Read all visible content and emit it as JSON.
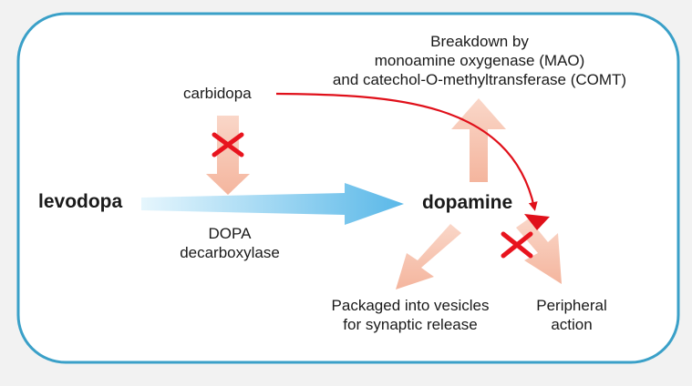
{
  "colors": {
    "frame_border": "#3aa0c8",
    "background": "#ffffff",
    "pathway_arrow_light": "#e6f6fd",
    "pathway_arrow_dark": "#5ab8e8",
    "enzyme_arrow_fill": "#f5b8a0",
    "inhibitor_curve": "#e0101a",
    "block_mark": "#e8141e"
  },
  "icons": [
    "pathway-arrow",
    "enzyme-arrow",
    "inhibition-curve-arrow",
    "block-x-icon"
  ],
  "nodes": {
    "levodopa": "levodopa",
    "dopamine": "dopamine",
    "carbidopa": "carbidopa",
    "enzyme": [
      "DOPA",
      "decarboxylase"
    ],
    "breakdown": [
      "Breakdown by",
      "monoamine oxygenase (MAO)",
      "and catechol-O-methyltransferase (COMT)"
    ],
    "vesicles": [
      "Packaged into vesicles",
      "for synaptic release"
    ],
    "peripheral": [
      "Peripheral",
      "action"
    ]
  }
}
